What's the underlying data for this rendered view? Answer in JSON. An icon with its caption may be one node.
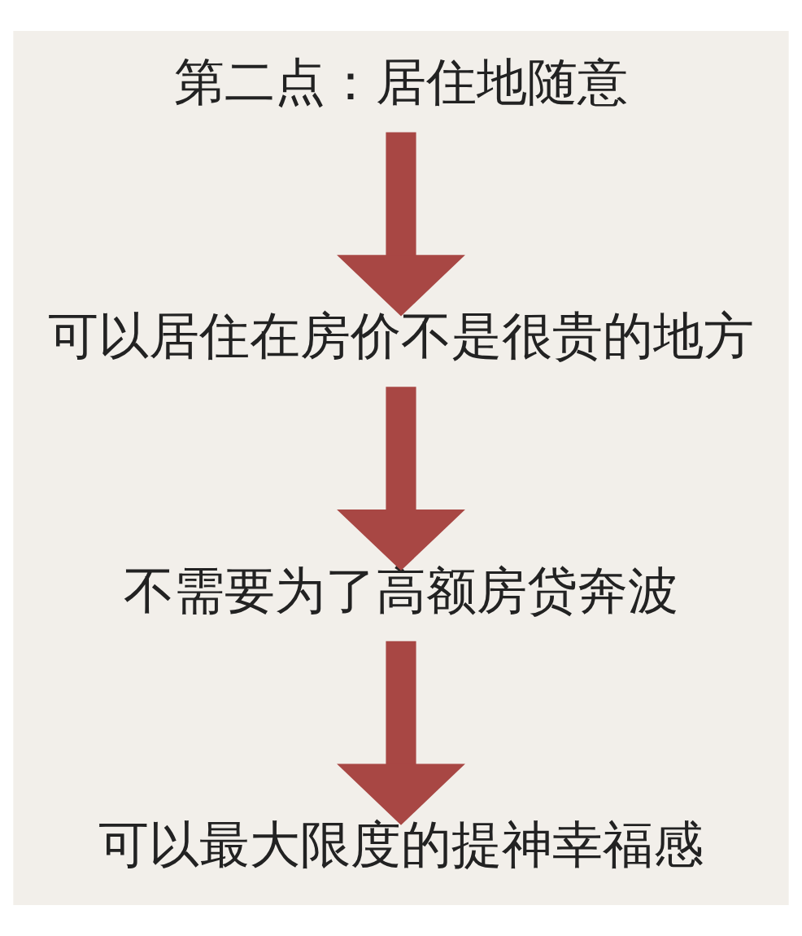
{
  "diagram": {
    "nodes": [
      {
        "text": [
          "第二点：居住地随意"
        ]
      },
      {
        "text": [
          "可以居住在房价不是很贵的地方"
        ]
      },
      {
        "text": [
          "不需要为了高额房贷奔波"
        ]
      },
      {
        "text": [
          "可以最大限度的提神幸福感"
        ]
      }
    ],
    "edges": [
      {
        "from": 0,
        "to": 1,
        "arrow": "to"
      },
      {
        "from": 1,
        "to": 2,
        "arrow": "to"
      },
      {
        "from": 2,
        "to": 3,
        "arrow": "to"
      }
    ]
  }
}
